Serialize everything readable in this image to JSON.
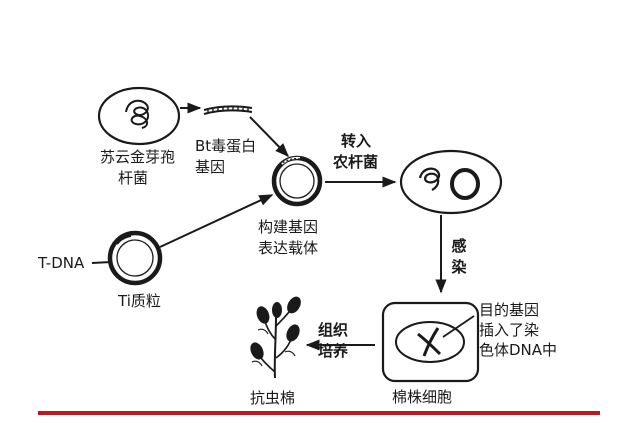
{
  "labels": {
    "bacterium": [
      "苏云金芽孢",
      "杆菌"
    ],
    "bt_gene": [
      "Bt毒蛋白",
      "基因"
    ],
    "vector": [
      "构建基因",
      "表达载体"
    ],
    "tdna": "T-DNA",
    "ti_plasmid": "Ti质粒",
    "transfer": [
      "转入",
      "农杆菌"
    ],
    "infect": [
      "感",
      "染"
    ],
    "insert": [
      "目的基因",
      "插入了染",
      "色体DNA中"
    ],
    "cotton_cell": "棉株细胞",
    "culture": [
      "组织",
      "培养"
    ],
    "result": "抗虫棉"
  },
  "colors": {
    "ink": "#1a1a1a",
    "footer_rule": "#c0161e"
  }
}
